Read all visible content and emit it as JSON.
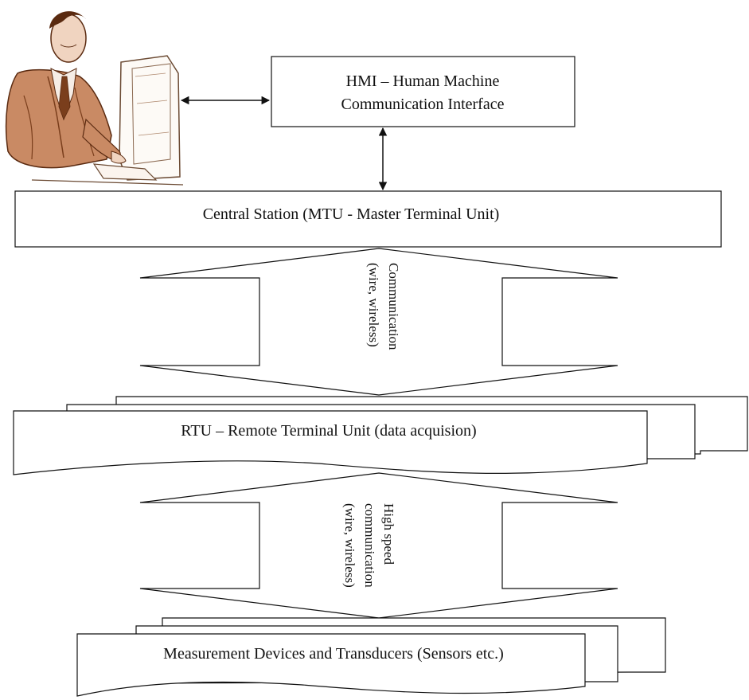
{
  "hmi": {
    "line1": "HMI – Human Machine",
    "line2": "Communication Interface"
  },
  "central_station": {
    "label": "Central Station (MTU - Master Terminal Unit)"
  },
  "link_upper": {
    "line1": "Communication",
    "line2": "(wire, wireless)"
  },
  "rtu": {
    "label": "RTU – Remote Terminal Unit (data acquision)"
  },
  "link_lower": {
    "line1": "High speed",
    "line2": "communication",
    "line3": "(wire, wireless)"
  },
  "measurement": {
    "label": "Measurement Devices and Transducers (Sensors etc.)"
  },
  "operator_icon": "operator-at-computer-icon",
  "colors": {
    "stroke": "#111111",
    "skin": "#c98a64",
    "skin_dark": "#7a3e1c"
  }
}
